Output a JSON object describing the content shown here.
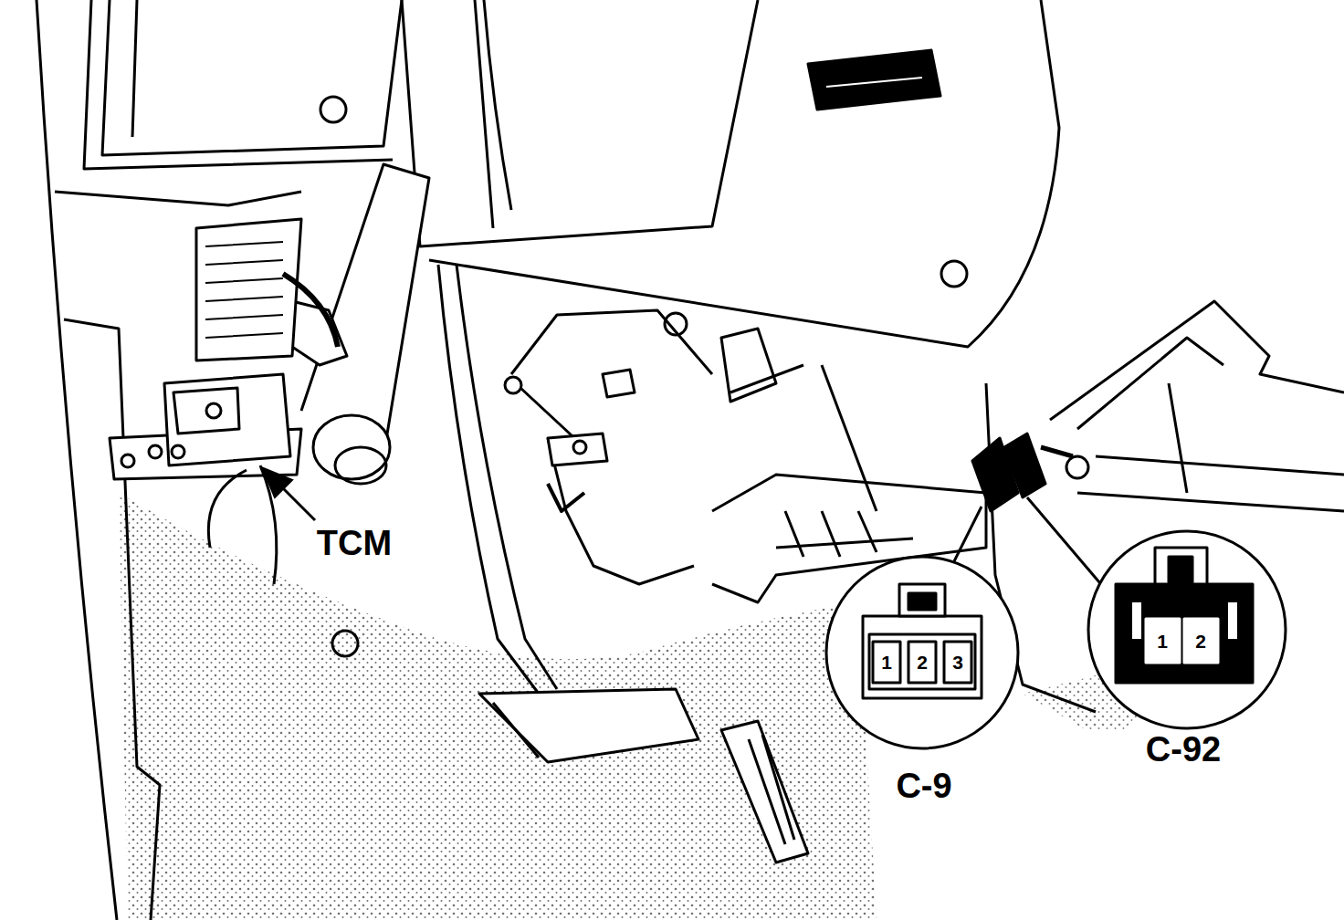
{
  "diagram": {
    "labels": [
      "TCM",
      "C-9",
      "1",
      "2",
      "3",
      "C-92",
      "1",
      "2"
    ]
  }
}
